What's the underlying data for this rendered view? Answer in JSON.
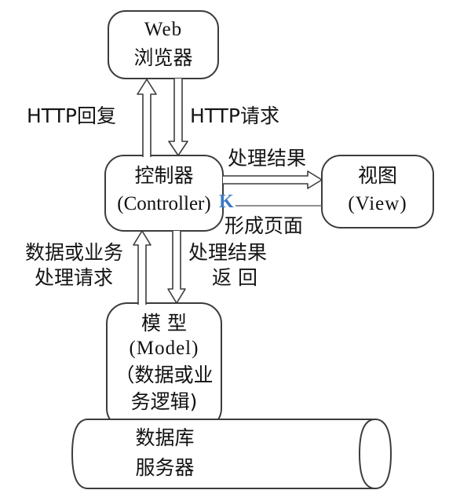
{
  "nodes": {
    "browser": {
      "line1": "Web",
      "line2": "浏览器"
    },
    "controller": {
      "line1": "控制器",
      "line2": "(Controller)"
    },
    "view": {
      "line1": "视图",
      "line2": "(View)"
    },
    "model": {
      "line1": "模 型",
      "line2": "(Model)",
      "line3": "（数据或业",
      "line4": "务逻辑)"
    },
    "database": {
      "line1": "数据库",
      "line2": "服务器"
    }
  },
  "edges": {
    "http_reply": "HTTP回复",
    "http_request": "HTTP请求",
    "to_view_result": "处理结果",
    "form_page": "形成页面",
    "model_request_line1": "数据或业务",
    "model_request_line2": "处理请求",
    "model_return_line1": "处理结果",
    "model_return_line2": "返 回",
    "arrow_glyph": "K"
  },
  "colors": {
    "stroke": "#3c3c3c",
    "arrow_accent": "#3a78c2"
  }
}
